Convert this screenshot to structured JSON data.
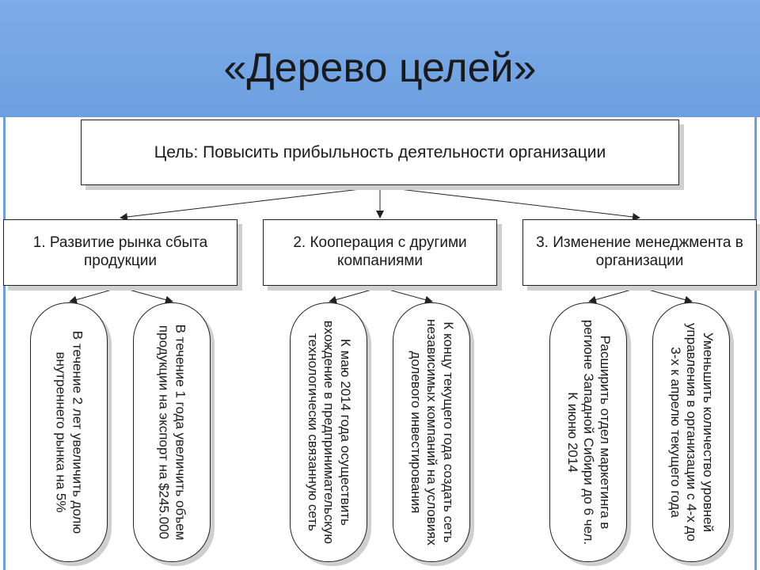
{
  "slide": {
    "title": "«Дерево целей»"
  },
  "tree": {
    "goal": "Цель: Повысить прибыльность деятельности организации",
    "branches": [
      {
        "label": "1. Развитие рынка сбыта продукции",
        "leaves": [
          "В течение 2 лет увеличить долю внутреннего рынка на 5%",
          "В течение 1 года увеличить объем продукции на экспорт на $245.000"
        ]
      },
      {
        "label": "2. Кооперация с другими компаниями",
        "leaves": [
          "К маю 2014 года осуществить вхождение в предпринимательскую технологически связанную сеть",
          "К концу текущего года создать сеть независимых компаний на условиях долевого инвестирования"
        ]
      },
      {
        "label": "3. Изменение менеджмента в организации",
        "leaves": [
          "Расширить отдел маркетинга в регионе Западной Сибири до 6 чел. К июню 2014",
          "Уменьшить количество уровней управления в организации с 4-х до 3-х к апрелю текущего года"
        ]
      }
    ]
  },
  "colors": {
    "title_band": "#6d9fe0",
    "border": "#222222",
    "shadow": "#cfcfcf"
  }
}
